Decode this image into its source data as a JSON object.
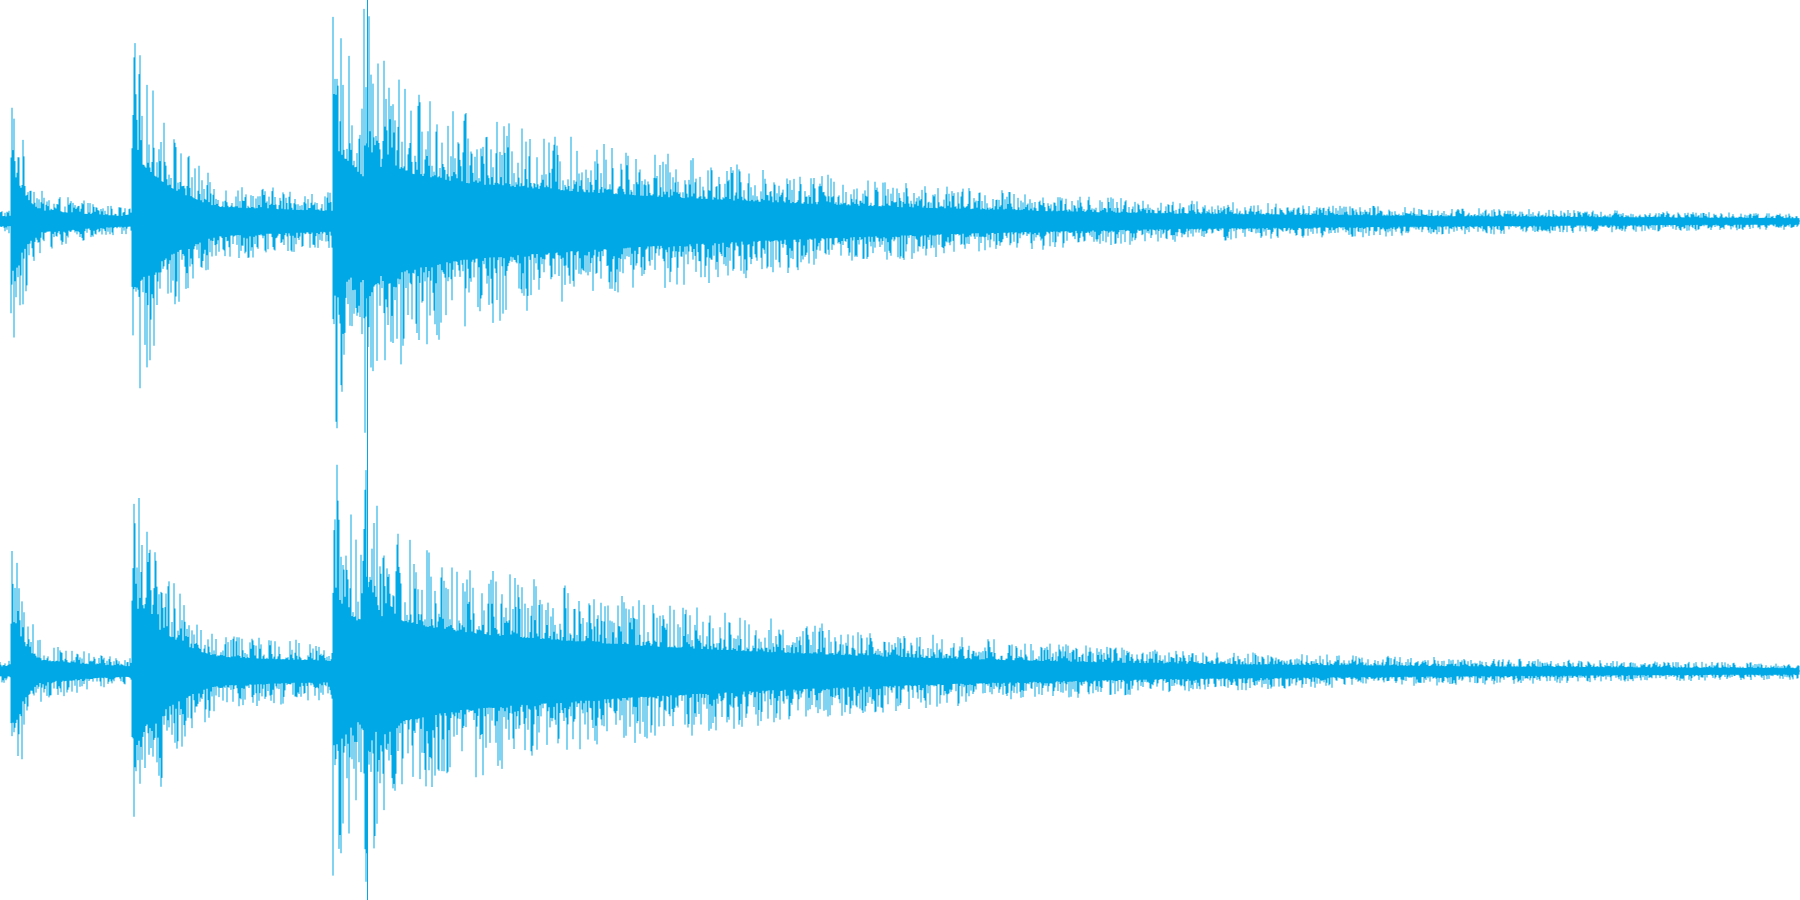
{
  "waveform": {
    "color": "#00a9e6",
    "channels": [
      {
        "id": "left",
        "events": [
          {
            "t": 0.008,
            "amp": 0.62,
            "decay": 0.01,
            "noise": 0.18
          },
          {
            "t": 0.075,
            "amp": 0.86,
            "decay": 0.03,
            "noise": 0.24
          },
          {
            "t": 0.187,
            "amp": 0.96,
            "decay": 0.03,
            "noise": 0.55
          },
          {
            "t": 0.204,
            "amp": 0.99,
            "decay": 0.022,
            "noise": 0.75
          },
          {
            "t": 0.215,
            "amp": 0.82,
            "decay": 0.04,
            "noise": 0.6
          },
          {
            "t": 0.245,
            "amp": 0.55,
            "decay": 0.06,
            "noise": 0.3
          }
        ],
        "tail_end": 0.72
      },
      {
        "id": "right",
        "events": [
          {
            "t": 0.008,
            "amp": 0.62,
            "decay": 0.01,
            "noise": 0.18
          },
          {
            "t": 0.075,
            "amp": 0.86,
            "decay": 0.03,
            "noise": 0.24
          },
          {
            "t": 0.187,
            "amp": 0.96,
            "decay": 0.03,
            "noise": 0.55
          },
          {
            "t": 0.204,
            "amp": 0.99,
            "decay": 0.022,
            "noise": 0.75
          },
          {
            "t": 0.215,
            "amp": 0.82,
            "decay": 0.04,
            "noise": 0.6
          },
          {
            "t": 0.245,
            "amp": 0.55,
            "decay": 0.06,
            "noise": 0.3
          }
        ],
        "tail_end": 0.7
      }
    ],
    "cursor_position": 0.204
  }
}
